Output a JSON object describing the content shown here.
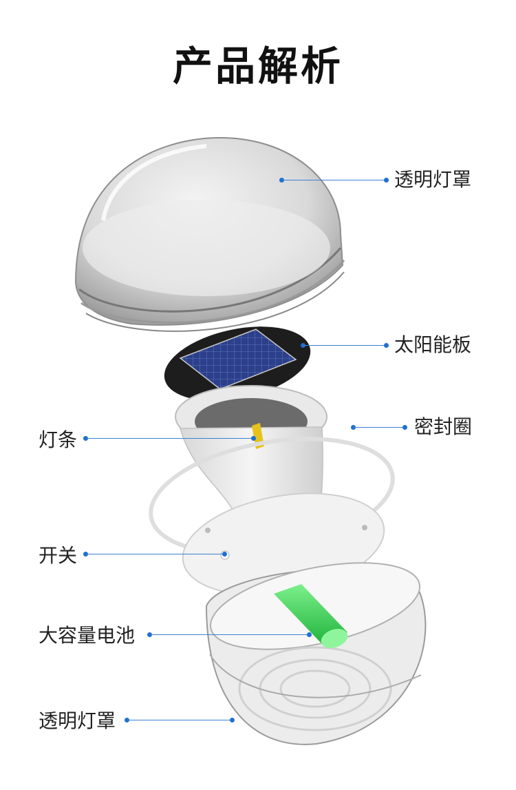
{
  "title": "产品解析",
  "callouts": {
    "top_cover": "透明灯罩",
    "solar_panel": "太阳能板",
    "seal_ring": "密封圈",
    "light_bar": "灯条",
    "switch": "开关",
    "battery": "大容量电池",
    "bottom_cover": "透明灯罩"
  },
  "colors": {
    "accent": "#1f6fd1",
    "battery": "#3fd35a",
    "solar_cell": "#2b3f8a"
  }
}
